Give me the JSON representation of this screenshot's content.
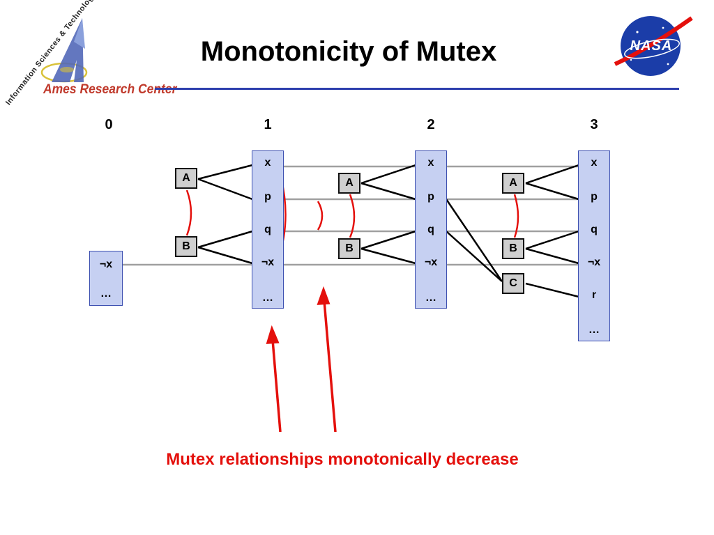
{
  "slide": {
    "title": "Monotonicity of Mutex",
    "caption": "Mutex relationships monotonically decrease"
  },
  "logos": {
    "left_brand": "Ames Research Center",
    "left_sub": "Information Sciences & Technology",
    "right_brand": "NASA"
  },
  "levels": [
    "0",
    "1",
    "2",
    "3"
  ],
  "columns": {
    "c0": [
      "¬x",
      "…"
    ],
    "c1": [
      "x",
      "p",
      "q",
      "¬x",
      "…"
    ],
    "c2": [
      "x",
      "p",
      "q",
      "¬x",
      "…"
    ],
    "c3": [
      "x",
      "p",
      "q",
      "¬x",
      "r",
      "…"
    ]
  },
  "actions": {
    "l0": [
      "A",
      "B"
    ],
    "l1": [
      "A",
      "B"
    ],
    "l2": [
      "A",
      "B",
      "C"
    ]
  },
  "colors": {
    "accent_rule": "#2e3fae",
    "mutex": "#e4100c",
    "column_fill": "#c6d0f2",
    "column_border": "#3c4fb0",
    "action_fill": "#cfcfcf",
    "noop_line": "#a0a0a0"
  }
}
